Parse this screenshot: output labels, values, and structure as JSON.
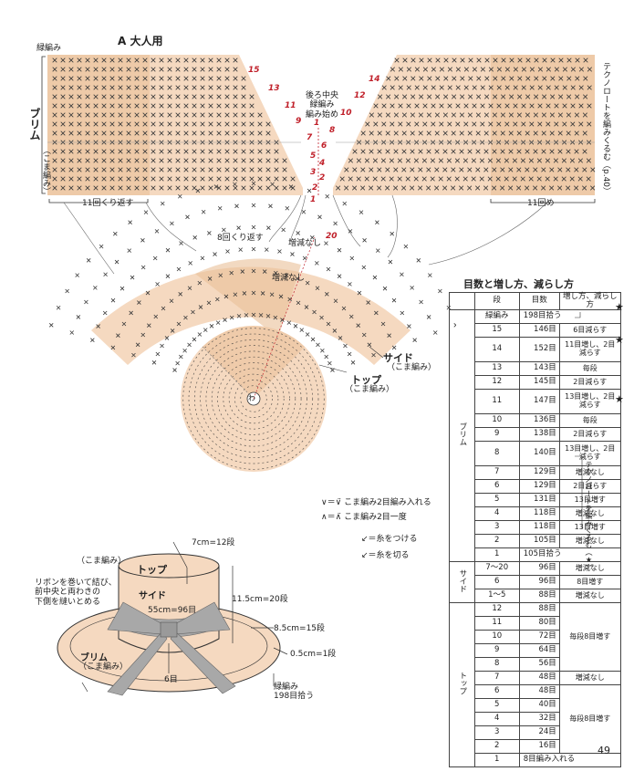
{
  "section_title": "A 大人用",
  "labels": {
    "ryokuami_tl": "緑編み",
    "brim_big": "ブリム",
    "koma_v": "（こま編み）",
    "repeat11": "11回くり返す",
    "repeat11b": "11回め",
    "back_center": [
      "後ろ中央",
      "緑編み",
      "編み始め"
    ],
    "techno_v": "テクノロートを編みくるむ（p.40）",
    "repeat8": "8回くり返す",
    "nochange1": "増減なし",
    "nochange2": "増減なし",
    "side_big": "サイド",
    "side_sub": "（こま編み）",
    "top_big": "トップ",
    "top_sub": "（こま編み）",
    "wa": "わ",
    "n20": "20"
  },
  "red_numbers": {
    "left": [
      "15",
      "13",
      "11",
      "9",
      "7",
      "5",
      "3",
      "1"
    ],
    "right": [
      "14",
      "12",
      "10",
      "8",
      "6",
      "4",
      "2"
    ],
    "center": [
      "1",
      "2"
    ]
  },
  "legend": {
    "inc": "こま編み2目編み入れる",
    "dec": "こま編み2目一度",
    "attach": "＝糸をつける",
    "cut": "＝糸を切る"
  },
  "hat_labels": {
    "koma_top": "（こま編み）",
    "top": "トップ",
    "side": "サイド",
    "ribbon": [
      "リボンを巻いて結び、",
      "前中央と両わきの",
      "下側を縫いとめる"
    ],
    "brim": "ブリム",
    "brim_sub": "（こま編み）",
    "m_7cm": "7cm=12段",
    "m_11_5cm": "11.5cm=20段",
    "m_55cm": "55cm=96目",
    "m_8_5cm": "8.5cm=15段",
    "m_0_5cm": "0.5cm=1段",
    "m_6": "6目",
    "ryokuami": "緑編み",
    "ryokuami_198": "198目拾う"
  },
  "table": {
    "title": "目数と増し方、減らし方",
    "headers": [
      "段",
      "目数",
      "増し方、減らし方"
    ],
    "sections": {
      "brim": "ブリム",
      "side": "サイド",
      "top": "トップ"
    },
    "side_note": "テクノロートを編みくるむ（★）",
    "brim_rows": [
      {
        "dan": "緑編み",
        "me": "198目拾う",
        "how": "",
        "star": true,
        "span": true
      },
      {
        "dan": "15",
        "me": "146目",
        "how": "6目減らす"
      },
      {
        "dan": "14",
        "me": "152目",
        "how": "11目増し、2目減らす",
        "star": true,
        "tall": true
      },
      {
        "dan": "13",
        "me": "143目",
        "how": "毎段",
        "tall": false
      },
      {
        "dan": "12",
        "me": "145目",
        "how": "2目減らす"
      },
      {
        "dan": "11",
        "me": "147目",
        "how": "13目増し、2目減らす",
        "tall": true
      },
      {
        "dan": "10",
        "me": "136目",
        "how": "毎段",
        "star": true
      },
      {
        "dan": "9",
        "me": "138目",
        "how": "2目減らす"
      },
      {
        "dan": "8",
        "me": "140目",
        "how": "13目増し、2目減らす",
        "tall": true
      },
      {
        "dan": "7",
        "me": "129目",
        "how": "増減なし"
      },
      {
        "dan": "6",
        "me": "129目",
        "how": "2目減らす"
      },
      {
        "dan": "5",
        "me": "131目",
        "how": "13目増す"
      },
      {
        "dan": "4",
        "me": "118目",
        "how": "増減なし"
      },
      {
        "dan": "3",
        "me": "118目",
        "how": "13目増す"
      },
      {
        "dan": "2",
        "me": "105目",
        "how": "増減なし"
      },
      {
        "dan": "1",
        "me": "105目拾う",
        "how": "",
        "span": true
      }
    ],
    "side_rows": [
      {
        "dan": "7〜20",
        "me": "96目",
        "how": "増減なし"
      },
      {
        "dan": "6",
        "me": "96目",
        "how": "8目増す"
      },
      {
        "dan": "1〜5",
        "me": "88目",
        "how": "増減なし"
      }
    ],
    "top_rows": [
      {
        "dan": "12",
        "me": "88目"
      },
      {
        "dan": "11",
        "me": "80目"
      },
      {
        "dan": "10",
        "me": "72目"
      },
      {
        "dan": "9",
        "me": "64目"
      },
      {
        "dan": "8",
        "me": "56目"
      },
      {
        "dan": "7",
        "me": "48目"
      },
      {
        "dan": "6",
        "me": "48目"
      },
      {
        "dan": "5",
        "me": "40目"
      },
      {
        "dan": "4",
        "me": "32目"
      },
      {
        "dan": "3",
        "me": "24目"
      },
      {
        "dan": "2",
        "me": "16目"
      },
      {
        "dan": "1",
        "me": "8目編み入れる"
      }
    ],
    "top_how": {
      "every8a": "毎段8目増す",
      "none": "増減なし",
      "every8b": "毎段8目増す"
    }
  },
  "page_number": "49",
  "colors": {
    "fill": "#f5d9c0",
    "fill_dark": "#e9bf98",
    "mark": "#3a3a3a",
    "red": "#c0202a"
  }
}
